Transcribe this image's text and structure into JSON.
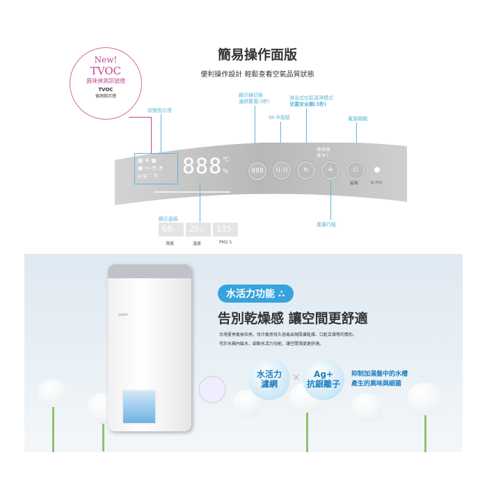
{
  "header": {
    "title": "簡易操作面版",
    "subtitle": "便利操作設計 輕鬆查看空氣品質狀態"
  },
  "tvoc_badge": {
    "new": "New!",
    "name": "TVOC",
    "desc": "異味偵測訊號燈",
    "icon_label": "TVOC",
    "indicator": "偵測指示燈"
  },
  "callouts": {
    "status_light": "狀態指示燈",
    "display_switch": "顯示器切換",
    "filter_reset": "濾網重置(3秒)",
    "shower_mode": "淋浴式空氣清淨模式",
    "child_lock": "兒童安全鎖(3秒)",
    "wifi": "Wi-Fi按鈕",
    "power": "電源開關",
    "display_panel": "顯示面板",
    "fan_speed": "風量行程"
  },
  "panel": {
    "digits": "888",
    "unit_c": "℃",
    "unit_pct": "%",
    "display_btn": "888",
    "power_label": "開/關",
    "model": "KC-P70T"
  },
  "readouts": [
    {
      "value": "60",
      "unit": "%",
      "label": "濕度"
    },
    {
      "value": "26",
      "unit": "℃",
      "label": "溫度"
    },
    {
      "value": "135",
      "unit": "",
      "label": "PM2.5"
    }
  ],
  "feature": {
    "badge": "水活力功能",
    "headline": "告別乾燥感 讓空間更舒適",
    "body1": "台灣夏季氣候炎熱，待冷氣房待久容易出現肌膚乾燥、口乾舌燥等的情形。",
    "body2": "可於水箱內裝水，啟動水活力功能，讓空間濕度更舒適。",
    "bubble1_l1": "水活力",
    "bubble1_l2": "濾網",
    "times": "×",
    "bubble2_l1": "Ag+",
    "bubble2_l2": "抗銀離子",
    "note1": "抑制加濕盤中的水槽",
    "note2": "產生的異味與細菌",
    "brand": "SHARP"
  }
}
